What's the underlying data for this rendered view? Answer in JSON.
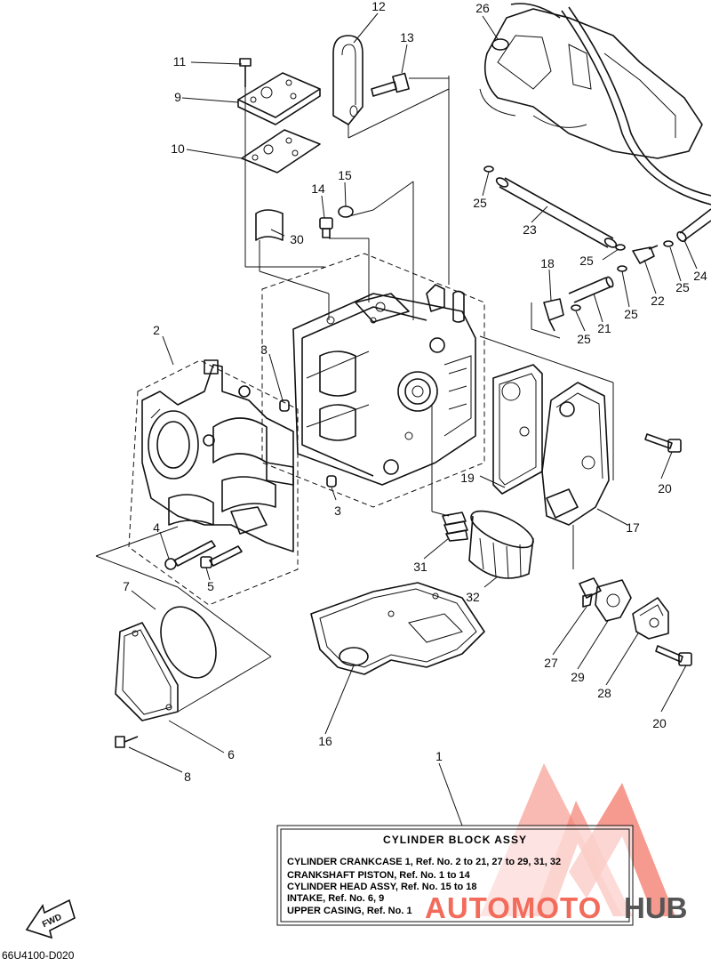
{
  "callouts": {
    "c1": "1",
    "c2": "2",
    "c3a": "3",
    "c3b": "3",
    "c4": "4",
    "c5": "5",
    "c6": "6",
    "c7": "7",
    "c8": "8",
    "c9": "9",
    "c10": "10",
    "c11": "11",
    "c12": "12",
    "c13": "13",
    "c14": "14",
    "c15": "15",
    "c16": "16",
    "c17": "17",
    "c18": "18",
    "c19": "19",
    "c20a": "20",
    "c20b": "20",
    "c21": "21",
    "c22": "22",
    "c23": "23",
    "c24": "24",
    "c25a": "25",
    "c25b": "25",
    "c25c": "25",
    "c25d": "25",
    "c25e": "25",
    "c26": "26",
    "c27": "27",
    "c28": "28",
    "c29": "29",
    "c30": "30",
    "c31": "31",
    "c32": "32"
  },
  "legend": {
    "title": "CYLINDER  BLOCK ASSY",
    "lines": [
      "CYLINDER CRANKCASE 1, Ref. No. 2 to 21, 27 to 29, 31, 32",
      "CRANKSHAFT PISTON,  Ref. No. 1 to 14",
      "CYLINDER HEAD ASSY, Ref. No. 15 to 18",
      "INTAKE,  Ref. No. 6, 9",
      "UPPER CASING, Ref. No. 1"
    ]
  },
  "fwd_label": "FWD",
  "diagram_code": "66U4100-D020",
  "watermark": {
    "text_left": "AUTOMOTO",
    "text_right": "HUB",
    "color_left": "#f26b5b",
    "color_right": "#555555",
    "logo_color": "#f26b5b"
  }
}
